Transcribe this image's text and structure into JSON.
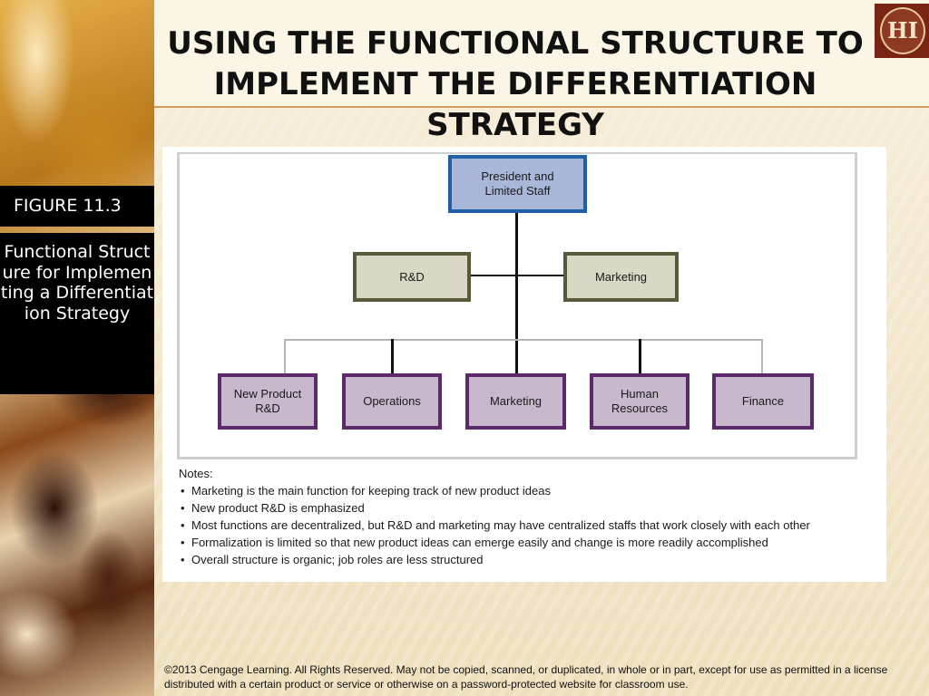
{
  "slide": {
    "title": "USING THE FUNCTIONAL STRUCTURE TO IMPLEMENT THE DIFFERENTIATION STRATEGY",
    "figure_label": "FIGURE  11.3",
    "figure_caption": "Functional Structure for Implementing a Differentiation Strategy",
    "footer": "©2013 Cengage Learning.  All Rights Reserved.  May not be copied, scanned, or duplicated, in whole or in part, except for use as permitted in a license distributed with a certain product or service or otherwise on a password-protected website for classroom use.",
    "logo_text": "HI"
  },
  "org_chart": {
    "top": {
      "line1": "President and",
      "line2": "Limited Staff"
    },
    "staff": [
      {
        "label": "R&D"
      },
      {
        "label": "Marketing"
      }
    ],
    "functions": [
      {
        "line1": "New Product",
        "line2": "R&D"
      },
      {
        "line1": "Operations",
        "line2": ""
      },
      {
        "line1": "Marketing",
        "line2": ""
      },
      {
        "line1": "Human",
        "line2": "Resources"
      },
      {
        "line1": "Finance",
        "line2": ""
      }
    ],
    "colors": {
      "top_fill": "#a9b7d8",
      "top_border": "#1f5fa8",
      "staff_fill": "#d8d8c4",
      "staff_border": "#5a5a3a",
      "function_fill": "#c8b8cc",
      "function_border": "#5c2a6a"
    }
  },
  "notes": {
    "heading": "Notes:",
    "items": [
      "Marketing is the main function for keeping track of new product ideas",
      "New product R&D is emphasized",
      "Most functions are decentralized, but R&D and marketing may have centralized staffs that work closely with each other",
      "Formalization is limited so that new product ideas can emerge easily and change is more readily accomplished",
      "Overall structure is organic; job roles are less structured"
    ]
  }
}
